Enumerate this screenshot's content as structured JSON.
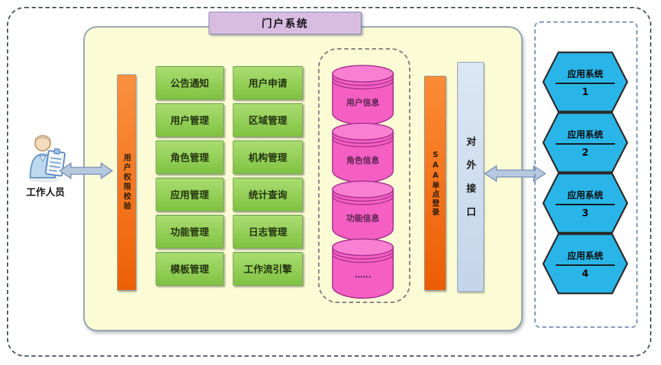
{
  "diagram": {
    "title": "门户系统",
    "actor": {
      "label": "工作人员"
    },
    "portal": {
      "auth_bar": "用户权限校验",
      "modules": [
        "公告通知",
        "用户申请",
        "用户管理",
        "区域管理",
        "角色管理",
        "机构管理",
        "应用管理",
        "统计查询",
        "功能管理",
        "日志管理",
        "模板管理",
        "工作流引擎"
      ],
      "databases": [
        "用户信息",
        "角色信息",
        "功能信息",
        "……"
      ],
      "sso_bar": "SAA单点登录",
      "interface_bar": "对外接口"
    },
    "external_systems": [
      {
        "name": "应用系统",
        "number": "1"
      },
      {
        "name": "应用系统",
        "number": "2"
      },
      {
        "name": "应用系统",
        "number": "3"
      },
      {
        "name": "应用系统",
        "number": "4"
      }
    ],
    "colors": {
      "panel_bg": "#FBFBD6",
      "title_bg": "#D9BCE2",
      "module_green": "#8FCB52",
      "db_pink": "#F55FC4",
      "bar_orange": "#F1752B",
      "interface_blue": "#CCDCEF",
      "hexagon_blue": "#29B5E8",
      "arrow_fill": "#B7C9DF"
    }
  }
}
